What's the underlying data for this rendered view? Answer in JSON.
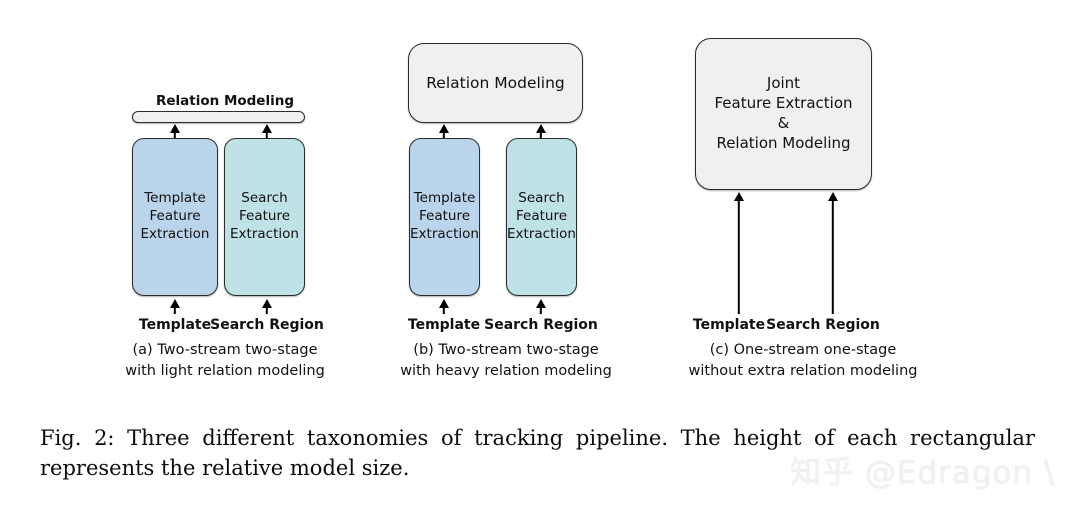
{
  "figure": {
    "caption": "Fig. 2: Three different taxonomies of tracking pipeline. The height of each rectangular represents the relative model size.",
    "watermark": "知乎 @Edragon \\"
  },
  "colors": {
    "template_box": "#bad4ec",
    "search_box": "#bfe2e6",
    "relation_box": "#f0f0f0",
    "outline": "#2b2b2b",
    "arrow": "#000000",
    "background": "#ffffff"
  },
  "panels": [
    {
      "id": "a",
      "subcaption": "(a) Two-stream two-stage\nwith light relation modeling",
      "relation_label": "Relation Modeling",
      "relation_style": "thin-pill",
      "blocks": [
        {
          "name": "template-feature-extraction",
          "text": "Template\nFeature\nExtraction",
          "fill": "template_box"
        },
        {
          "name": "search-feature-extraction",
          "text": "Search\nFeature\nExtraction",
          "fill": "search_box"
        }
      ],
      "inputs": [
        "Template",
        "Search Region"
      ]
    },
    {
      "id": "b",
      "subcaption": "(b) Two-stream two-stage\nwith heavy relation modeling",
      "relation_label": "Relation Modeling",
      "relation_style": "tall-box",
      "blocks": [
        {
          "name": "template-feature-extraction",
          "text": "Template\nFeature\nExtraction",
          "fill": "template_box"
        },
        {
          "name": "search-feature-extraction",
          "text": "Search\nFeature\nExtraction",
          "fill": "search_box"
        }
      ],
      "inputs": [
        "Template",
        "Search Region"
      ]
    },
    {
      "id": "c",
      "subcaption": "(c) One-stream one-stage\nwithout extra relation modeling",
      "relation_label": "Joint\nFeature Extraction\n&\nRelation Modeling",
      "relation_style": "joint-box",
      "blocks": [],
      "inputs": [
        "Template",
        "Search Region"
      ]
    }
  ]
}
